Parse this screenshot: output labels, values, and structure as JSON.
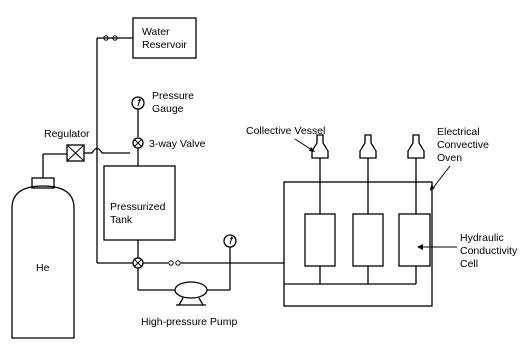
{
  "labels": {
    "water_reservoir": [
      "Water",
      "Reservoir"
    ],
    "regulator": "Regulator",
    "pressure_gauge": [
      "Pressure",
      "Gauge"
    ],
    "three_way_valve": "3-way Valve",
    "pressurized_tank": [
      "Pressurized",
      "Tank"
    ],
    "he": "He",
    "collective_vessel": "Collective Vessel",
    "oven": [
      "Electrical",
      "Convective",
      "Oven"
    ],
    "cell": [
      "Hydraulic",
      "Conductivity",
      "Cell"
    ],
    "pump": "High-pressure Pump"
  }
}
